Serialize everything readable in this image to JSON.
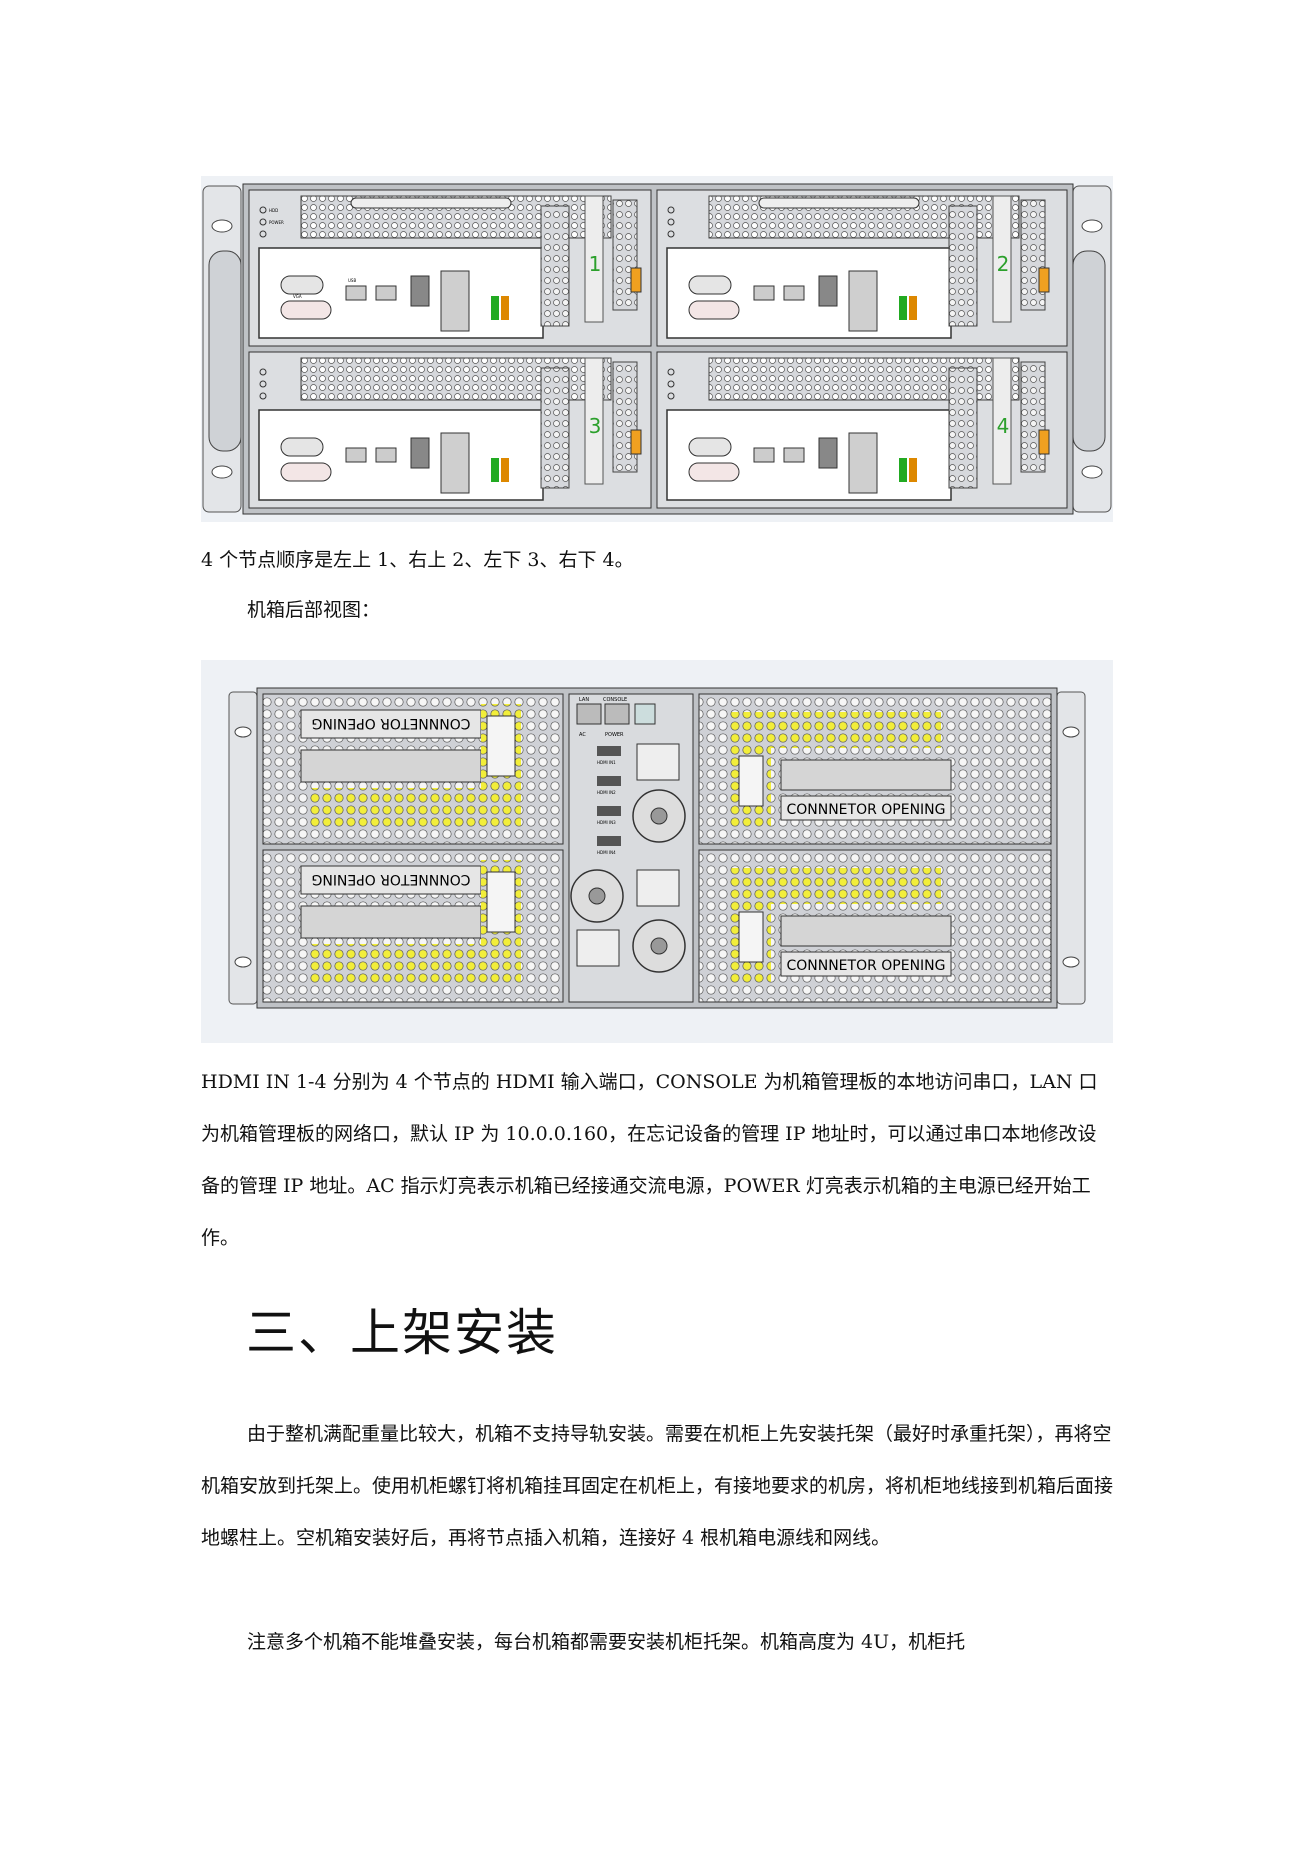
{
  "figures": {
    "front": {
      "node_numbers": [
        "1",
        "2",
        "3",
        "4"
      ],
      "node_labels": {
        "hdd": "HDD",
        "power": "POWER",
        "vga": "VGA",
        "usb": "USB"
      }
    },
    "rear": {
      "connector_label": "CONNNETOR OPENING",
      "mgmt_labels": {
        "lan": "LAN",
        "console": "CONSOLE",
        "ac": "AC",
        "power": "POWER"
      },
      "hdmi_labels": [
        "HDMI IN1",
        "HDMI IN2",
        "HDMI IN3",
        "HDMI IN4"
      ]
    }
  },
  "captions": {
    "node_order": "4 个节点顺序是左上 1、右上 2、左下 3、右下 4。",
    "rear_view": "机箱后部视图："
  },
  "paragraphs": {
    "ports": "HDMI IN 1-4 分别为 4 个节点的 HDMI 输入端口，CONSOLE 为机箱管理板的本地访问串口，LAN 口为机箱管理板的网络口，默认 IP 为 10.0.0.160，在忘记设备的管理 IP 地址时，可以通过串口本地修改设备的管理 IP 地址。AC 指示灯亮表示机箱已经接通交流电源，POWER 灯亮表示机箱的主电源已经开始工作。",
    "install": "由于整机满配重量比较大，机箱不支持导轨安装。需要在机柜上先安装托架（最好时承重托架），再将空机箱安放到托架上。使用机柜螺钉将机箱挂耳固定在机柜上，有接地要求的机房，将机柜地线接到机箱后面接地螺柱上。空机箱安装好后，再将节点插入机箱，连接好 4 根机箱电源线和网线。",
    "note": "注意多个机箱不能堆叠安装，每台机箱都需要安装机柜托架。机箱高度为 4U，机柜托"
  },
  "section": {
    "heading": "三、上架安装"
  },
  "colors": {
    "node_number": "#2ca02c",
    "yellow_vent": "#f2ee3a",
    "chassis_gray": "#c9ccd1"
  }
}
